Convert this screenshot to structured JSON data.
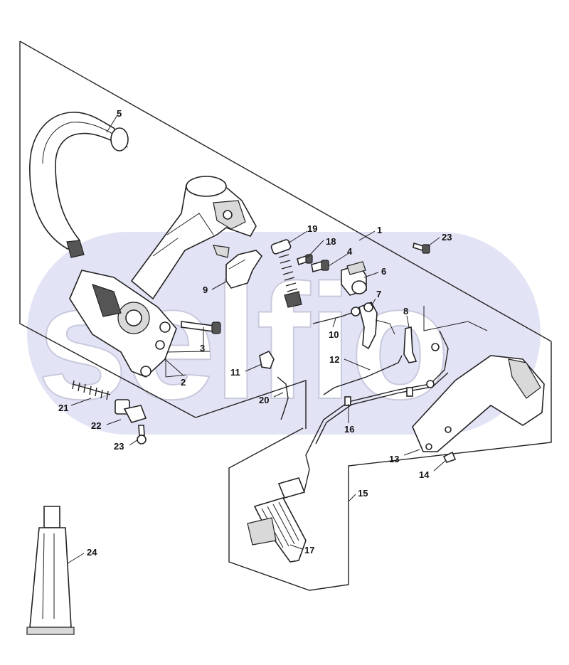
{
  "diagram": {
    "watermark": "selfio",
    "callouts": [
      "1",
      "2",
      "3",
      "4",
      "5",
      "6",
      "7",
      "8",
      "9",
      "10",
      "11",
      "12",
      "13",
      "14",
      "15",
      "16",
      "17",
      "18",
      "19",
      "20",
      "21",
      "22",
      "23",
      "23",
      "24"
    ]
  },
  "colors": {
    "watermark_band": "#e3e3f6",
    "line": "#222222",
    "background": "#ffffff"
  }
}
